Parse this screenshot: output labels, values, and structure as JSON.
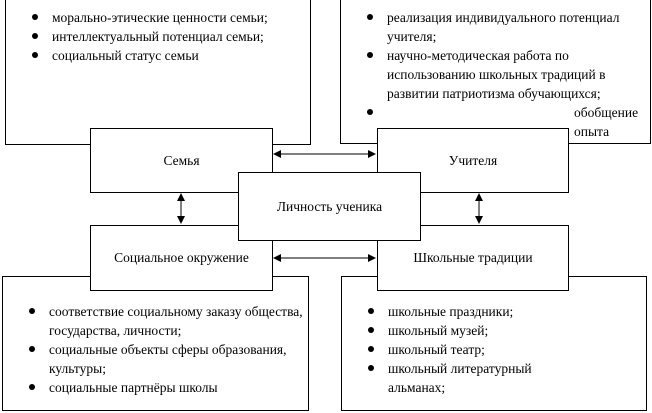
{
  "family_factors": [
    "морально-этические ценности семьи;",
    "интеллектуальный потенциал семьи;",
    "социальный статус семьи"
  ],
  "teacher_factors": [
    "реализация индивидуального потенциал учителя;",
    "научно-методическая работа по использованию школьных традиций в развитии патриотизма обучающихся;",
    "обобщение опыта"
  ],
  "social_factors": [
    "соответствие социальному заказу общества, государства, личности;",
    "социальные объекты сферы образования, культуры;",
    "социальные партнёры школы"
  ],
  "tradition_factors": [
    "школьные праздники;",
    "школьный музей;",
    "школьный театр;",
    "школьный литературный альманах;"
  ],
  "nodes": {
    "family": "Семья",
    "teachers": "Учителя",
    "student": "Личность ученика",
    "social": "Социальное окружение",
    "traditions": "Школьные традиции"
  }
}
